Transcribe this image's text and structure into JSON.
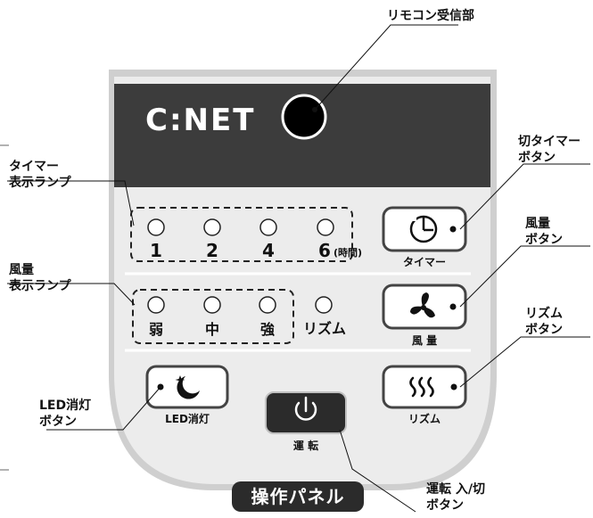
{
  "callouts": {
    "remote_receiver": "リモコン受信部",
    "timer_lamp": [
      "タイマー",
      "表示ランプ"
    ],
    "wind_lamp": [
      "風量",
      "表示ランプ"
    ],
    "led_button": [
      "LED消灯",
      "ボタン"
    ],
    "off_timer_button": [
      "切タイマー",
      "ボタン"
    ],
    "wind_button": [
      "風量",
      "ボタン"
    ],
    "rhythm_button": [
      "リズム",
      "ボタン"
    ],
    "power_button": [
      "運転 入/切",
      "ボタン"
    ]
  },
  "panel": {
    "brand": "C:NET",
    "timer_lamps": [
      "1",
      "2",
      "4",
      "6"
    ],
    "timer_hours_suffix": "(時間)",
    "timer_button_label": "タイマー",
    "wind_lamps": [
      "弱",
      "中",
      "強"
    ],
    "rhythm_lamp_label": "リズム",
    "wind_button_label": "風 量",
    "led_button_label": "LED消灯",
    "power_button_label": "運 転",
    "rhythm_button_label": "リズム"
  },
  "caption": "操作パネル",
  "icons": {
    "timer_button": "timer-clock-icon",
    "wind_button": "fan-icon",
    "led_button": "moon-star-icon",
    "power_button": "power-icon",
    "rhythm_button": "wave-rhythm-icon"
  },
  "colors": {
    "panel_outer": "#cfcfcf",
    "panel_inner": "#ececec",
    "display": "#3c3c3c",
    "dark_button": "#2b2b2b"
  }
}
